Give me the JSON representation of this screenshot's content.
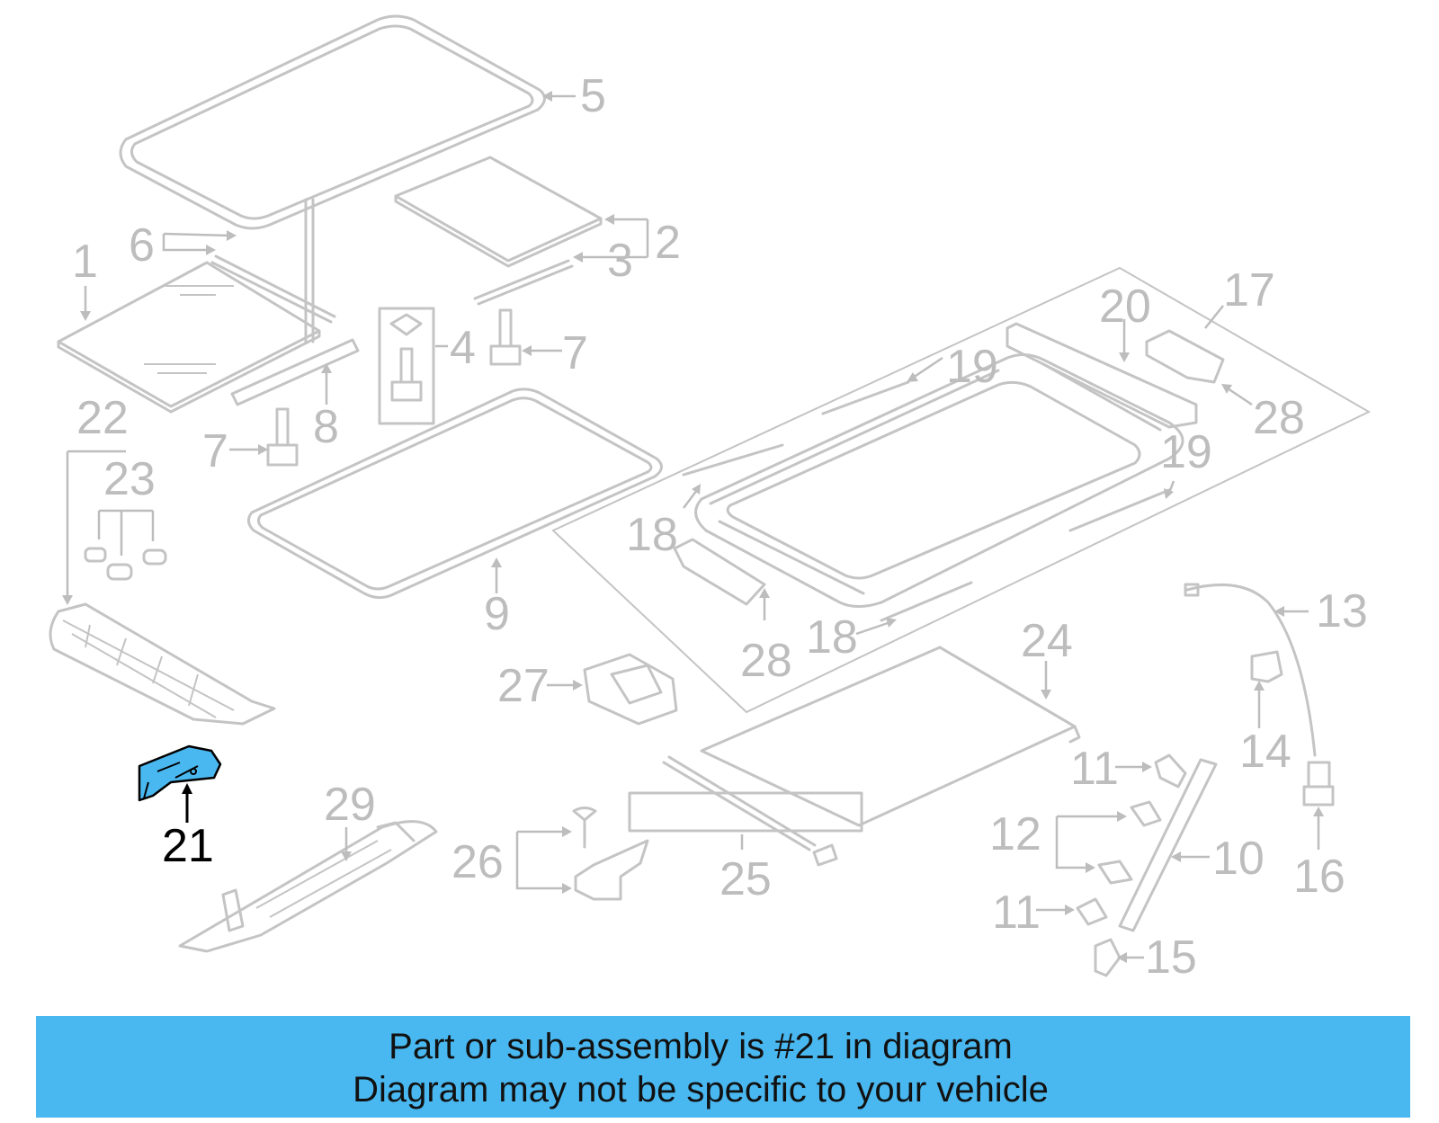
{
  "diagram": {
    "highlight_color": "#4ab8f0",
    "callouts": {
      "c1": "1",
      "c2": "2",
      "c3": "3",
      "c4": "4",
      "c5": "5",
      "c6": "6",
      "c7a": "7",
      "c7b": "7",
      "c8": "8",
      "c9": "9",
      "c10": "10",
      "c11a": "11",
      "c11b": "11",
      "c12": "12",
      "c13": "13",
      "c14": "14",
      "c15": "15",
      "c16": "16",
      "c17": "17",
      "c18a": "18",
      "c18b": "18",
      "c19a": "19",
      "c19b": "19",
      "c20": "20",
      "c21": "21",
      "c22": "22",
      "c23": "23",
      "c24": "24",
      "c25": "25",
      "c26": "26",
      "c27": "27",
      "c28a": "28",
      "c28b": "28",
      "c29": "29"
    }
  },
  "banner": {
    "line1": "Part or sub-assembly is #21 in diagram",
    "line2": "Diagram may not be specific to your vehicle",
    "background": "#4ab8f0"
  }
}
